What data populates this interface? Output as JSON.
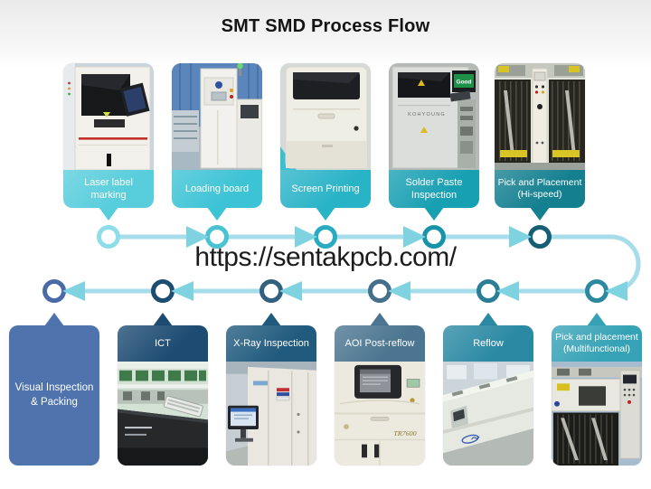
{
  "title": "SMT SMD Process Flow",
  "watermark_url": "https://sentakpcb.com/",
  "flow": {
    "line_color": "#a6dde8",
    "arrow_color": "#7fd3e0",
    "top_rings": [
      "#8edde8",
      "#49c3d4",
      "#2aabc2",
      "#1894a8",
      "#155e74"
    ],
    "bottom_rings": [
      "#4a6aa8",
      "#1d4d72",
      "#32607f",
      "#44708c",
      "#2b7e96",
      "#2e89a0"
    ]
  },
  "top_row": [
    {
      "label": "Laser label marking",
      "color": "#58cddc"
    },
    {
      "label": "Loading board",
      "color": "#3cc3d5"
    },
    {
      "label": "Screen Printing",
      "color": "#29b3c7"
    },
    {
      "label": "Solder Paste Inspection",
      "color": "#179fb2"
    },
    {
      "label": "Pick and Placement (Hi-speed)",
      "color": "#137f8f"
    }
  ],
  "bottom_row": [
    {
      "label": "Visual Inspection & Packing",
      "color": "#4e73ad"
    },
    {
      "label": "ICT",
      "color": "#1d4b72"
    },
    {
      "label": "X-Ray Inspection",
      "color": "#205a7d"
    },
    {
      "label": "AOI Post-reflow",
      "color": "#4b7590"
    },
    {
      "label": "Reflow",
      "color": "#2b89a4"
    },
    {
      "label": "Pick and placement (Multifunctional)",
      "color": "#36a2b6"
    }
  ],
  "photos": {
    "spi_brand": "KOHYOUNG",
    "spi_status": "Good",
    "aoi_model": "TR7600"
  }
}
